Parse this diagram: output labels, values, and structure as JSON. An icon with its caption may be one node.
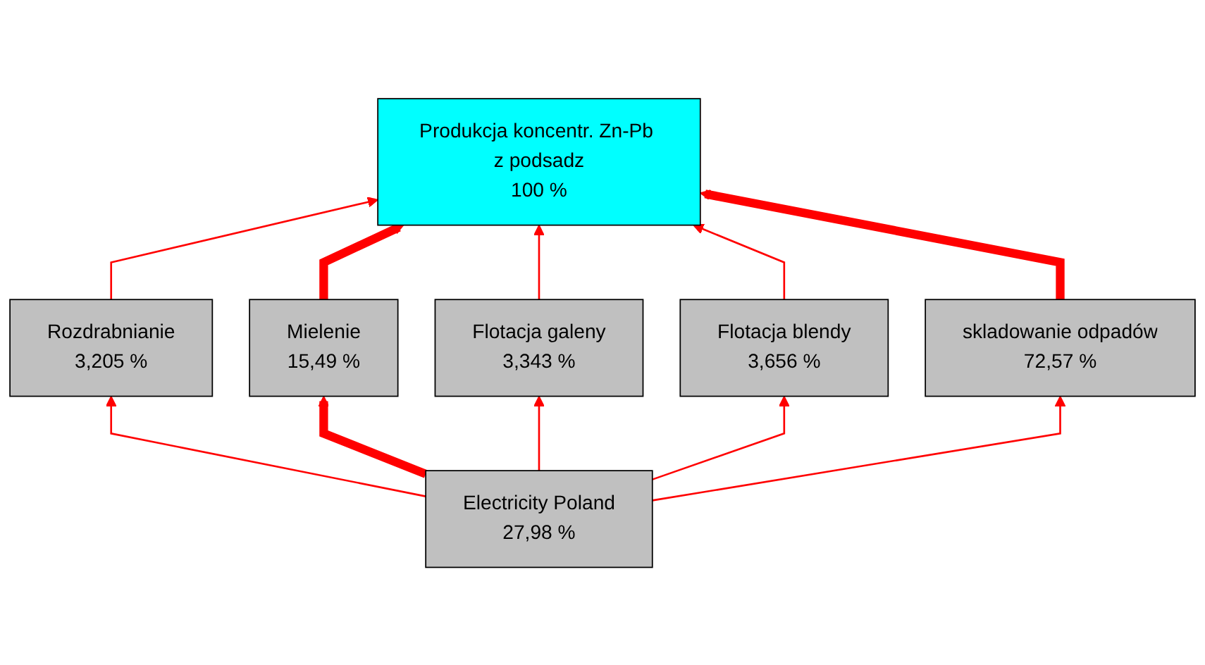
{
  "diagram": {
    "nodes": [
      {
        "text": [
          "Produkcja koncentr. Zn-Pb z podsadz",
          "100 %"
        ]
      },
      {
        "text": [
          "Rozdrabnianie",
          "3,205 %"
        ]
      },
      {
        "text": [
          "Mielenie",
          "15,49 %"
        ]
      },
      {
        "text": [
          "Flotacja galeny",
          "3,343 %"
        ]
      },
      {
        "text": [
          "Flotacja blendy",
          "3,656 %"
        ]
      },
      {
        "text": [
          "skladowanie odpadów",
          "72,57 %"
        ]
      },
      {
        "text": [
          "Electricity Poland",
          "27,98 %"
        ]
      }
    ],
    "edges": [
      {
        "from": 1,
        "to": 0,
        "arrow": "to"
      },
      {
        "from": 2,
        "to": 0,
        "arrow": "to",
        "style": "thick"
      },
      {
        "from": 3,
        "to": 0,
        "arrow": "to"
      },
      {
        "from": 4,
        "to": 0,
        "arrow": "to"
      },
      {
        "from": 5,
        "to": 0,
        "arrow": "to",
        "style": "thick"
      },
      {
        "from": 6,
        "to": 1,
        "arrow": "to"
      },
      {
        "from": 6,
        "to": 2,
        "arrow": "to",
        "style": "thick"
      },
      {
        "from": 6,
        "to": 3,
        "arrow": "to"
      },
      {
        "from": 6,
        "to": 4,
        "arrow": "to"
      },
      {
        "from": 6,
        "to": 5,
        "arrow": "to"
      }
    ]
  }
}
